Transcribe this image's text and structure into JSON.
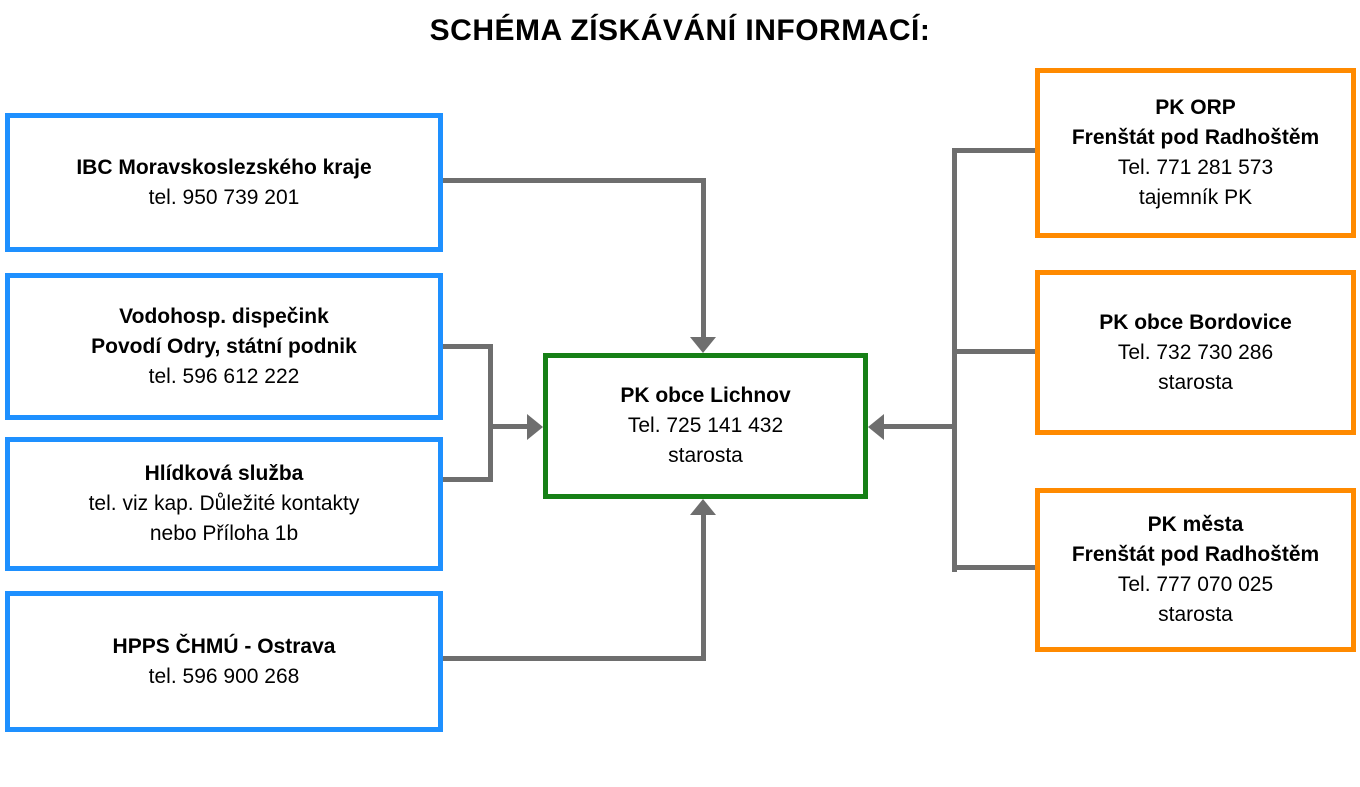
{
  "title": "SCHÉMA ZÍSKÁVÁNÍ INFORMACÍ:",
  "colors": {
    "source_border": "#1E90FF",
    "target_border": "#168016",
    "committee_border": "#FF8A00",
    "connector": "#6E6E6E"
  },
  "nodes": {
    "ibc": {
      "lines": [
        "IBC Moravskoslezského kraje",
        "tel. 950 739 201"
      ]
    },
    "vodohosp": {
      "lines": [
        "Vodohosp. dispečink",
        "Povodí Odry, státní podnik",
        "tel. 596 612 222"
      ]
    },
    "hlidkova": {
      "lines": [
        "Hlídková služba",
        "tel. viz kap. Důležité kontakty",
        "nebo Příloha 1b"
      ]
    },
    "hpps": {
      "lines": [
        "HPPS ČHMÚ - Ostrava",
        "tel. 596 900 268"
      ]
    },
    "lichnov": {
      "lines": [
        "PK obce Lichnov",
        "Tel. 725 141 432",
        "starosta"
      ]
    },
    "pk_orp": {
      "lines": [
        "PK ORP",
        "Frenštát pod Radhoštěm",
        "Tel. 771 281 573",
        "tajemník PK"
      ]
    },
    "pk_bordovice": {
      "lines": [
        "PK obce Bordovice",
        "Tel. 732 730 286",
        "starosta"
      ]
    },
    "pk_mesta": {
      "lines": [
        "PK města",
        "Frenštát pod Radhoštěm",
        "Tel. 777 070 025",
        "starosta"
      ]
    }
  }
}
